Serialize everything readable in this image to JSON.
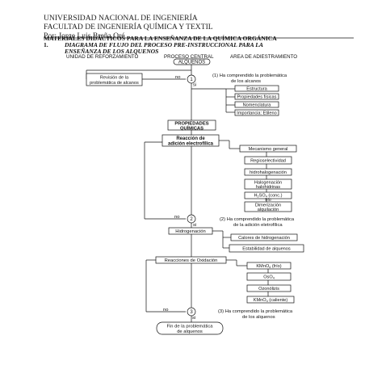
{
  "header": {
    "line1": "UNIVERSIDAD NACIONAL DE INGENIERÍA",
    "line2": "FACULTAD DE INGENIERÍA QUÍMICA Y TEXTIL",
    "line3": "Por: Jorge Luis Breña Oré"
  },
  "title": {
    "main": "MATERIALES DIDÁCTICOS PARA LA ENSEÑANZA DE LA QUÍMICA ORGÁNICA",
    "number": "1.",
    "sub1": "DIAGRAMA DE FLUJO DEL PROCESO PRE-INSTRUCCIONAL PARA LA",
    "sub2": "ENSEÑANZA DE LOS ALQUENOS"
  },
  "columns": {
    "left": "UNIDAD DE REFORZAMIENTO",
    "center": "PROCESO CENTRAL",
    "right": "AREA DE ADIESTRAMIENTO"
  },
  "nodes": {
    "start": "ALQUENOS",
    "review_alkanes_1": "Revisión de la",
    "review_alkanes_2": "problemática de alcanos",
    "decision1": "1",
    "question1_1": "(1) Ha comprendido la problemática",
    "question1_2": "de los alcanos",
    "estructura": "Estructura",
    "prop_fisicas": "Propiedades físicas",
    "nomenclatura": "Nomenclatura",
    "importancia": "Importancia: Etileno",
    "prop_quimicas_1": "PROPIEDADES",
    "prop_quimicas_2": "QUÍMICAS",
    "reaccion_1": "Reacción de",
    "reaccion_2": "adición electrofílica",
    "mecanismo": "Mecanismo general",
    "regioselectividad": "Regioselectividad",
    "hidrohalogenacion": "hidrohalogenación",
    "halogenacion_1": "Halogenación",
    "halogenacion_2": "halohidrinas",
    "h2so4_pre": "H",
    "h2so4_sub1": "2",
    "h2so4_mid": "SO",
    "h2so4_sub2": "4",
    "h2so4_post": " (conc.)",
    "h2so4_2": "frío",
    "dimerizacion_1": "Dimerización",
    "dimerizacion_2": "alquilación",
    "decision2": "2",
    "question2_1": "(2) Ha comprendido la problemática",
    "question2_2": "de la adición eletrofílica",
    "hidrogenacion": "Hidrogenación",
    "calores": "Calores de hidrogenación",
    "estabilidad": "Estabilidad de alquenos",
    "oxidacion": "Reacciones de Oxidación",
    "kmno4_frio_pre": "KMnO",
    "kmno4_frio_sub": "4",
    "kmno4_frio_post": " (frío)",
    "oso4_pre": "OsO",
    "oso4_sub": "4",
    "ozonolisis": "Ozonólizis",
    "kmno4_cal_pre": "KMnO",
    "kmno4_cal_sub": "4",
    "kmno4_cal_post": " (caliente)",
    "decision3": "3",
    "question3_1": "(3) Ha  comprendido la problemática",
    "question3_2": "de los alquenos",
    "end_1": "Fin de la problemática",
    "end_2": "de alquenos"
  },
  "labels": {
    "no": "no",
    "si": "si"
  }
}
